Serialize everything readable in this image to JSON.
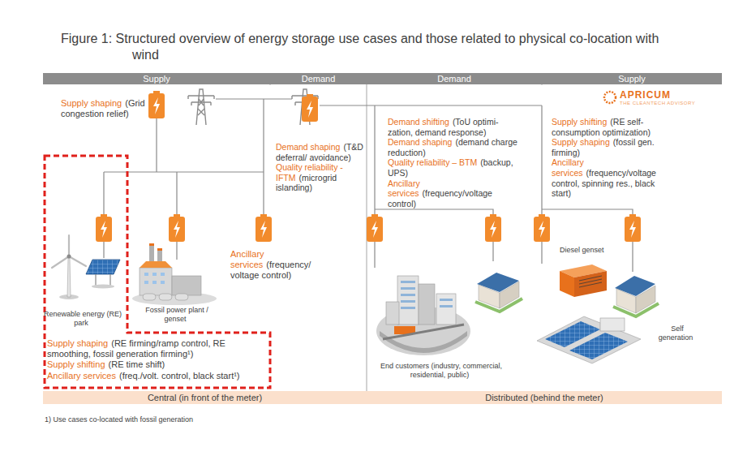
{
  "diagram": {
    "title": "Figure 1: Structured overview of energy storage use cases and those related to physical co-location with wind",
    "nodes": [
      {
        "text": [
          "Supply"
        ]
      },
      {
        "text": [
          "Demand"
        ]
      },
      {
        "text": [
          "Demand"
        ]
      },
      {
        "text": [
          "Supply"
        ]
      },
      {
        "text": [
          "Central (in front of the meter)"
        ]
      },
      {
        "text": [
          "Distributed (behind the meter)"
        ]
      }
    ],
    "labels": [
      "Supply shaping",
      "(Grid congestion relief)",
      "APRICUM",
      "THE CLEANTECH ADVISORY",
      "Demand shaping",
      "(T&D deferral/ avoidance)",
      "Quality reliability - IFTM",
      "(microgrid islanding)",
      "Demand shifting",
      "(ToU optimi- zation, demand response)",
      "Demand shaping",
      "(demand charge reduction)",
      "Quality reliability – BTM",
      "(backup, UPS)",
      "Ancillary services",
      "(frequency/voltage control)",
      "Supply shifting",
      "(RE self- consumption optimization)",
      "Supply shaping",
      "(fossil gen. firming)",
      "Ancillary services",
      "(frequency/voltage control, spinning res., black start)",
      "Ancillary services",
      "(frequency/ voltage control)",
      "Diesel genset",
      "Renewable energy (RE) park",
      "Fossil power plant / genset",
      "Self generation",
      "Supply shaping",
      "(RE firming/ramp control, RE smoothing, fossil generation firming¹)",
      "Supply shifting",
      "(RE time shift)",
      "Ancillary services",
      "(freq./volt. control, black start¹)",
      "End customers (industry, commercial, residential, public)",
      "1) Use cases co-located with fossil generation"
    ]
  }
}
